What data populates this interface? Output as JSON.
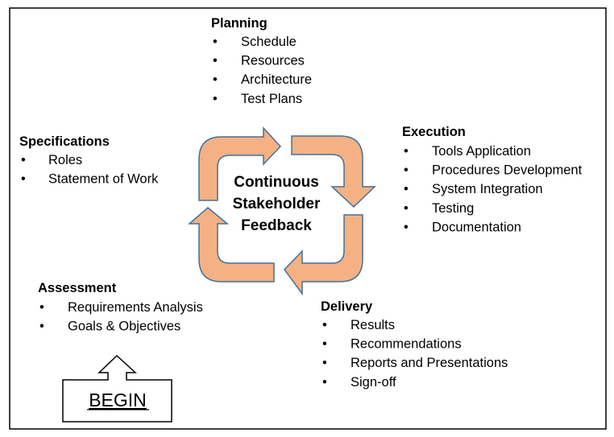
{
  "center_label": [
    "Continuous",
    "Stakeholder",
    "Feedback"
  ],
  "planning": {
    "title": "Planning",
    "items": [
      "Schedule",
      "Resources",
      "Architecture",
      "Test Plans"
    ]
  },
  "specifications": {
    "title": "Specifications",
    "items": [
      "Roles",
      "Statement of Work"
    ]
  },
  "execution": {
    "title": "Execution",
    "items": [
      "Tools Application",
      "Procedures Development",
      "System Integration",
      "Testing",
      "Documentation"
    ]
  },
  "assessment": {
    "title": "Assessment",
    "items": [
      "Requirements Analysis",
      "Goals & Objectives"
    ]
  },
  "delivery": {
    "title": "Delivery",
    "items": [
      "Results",
      "Recommendations",
      "Reports and Presentations",
      "Sign-off"
    ]
  },
  "begin_label": "BEGIN",
  "bullet": "•",
  "colors": {
    "arrow_fill": "#F4B183",
    "arrow_stroke": "#41719C"
  }
}
